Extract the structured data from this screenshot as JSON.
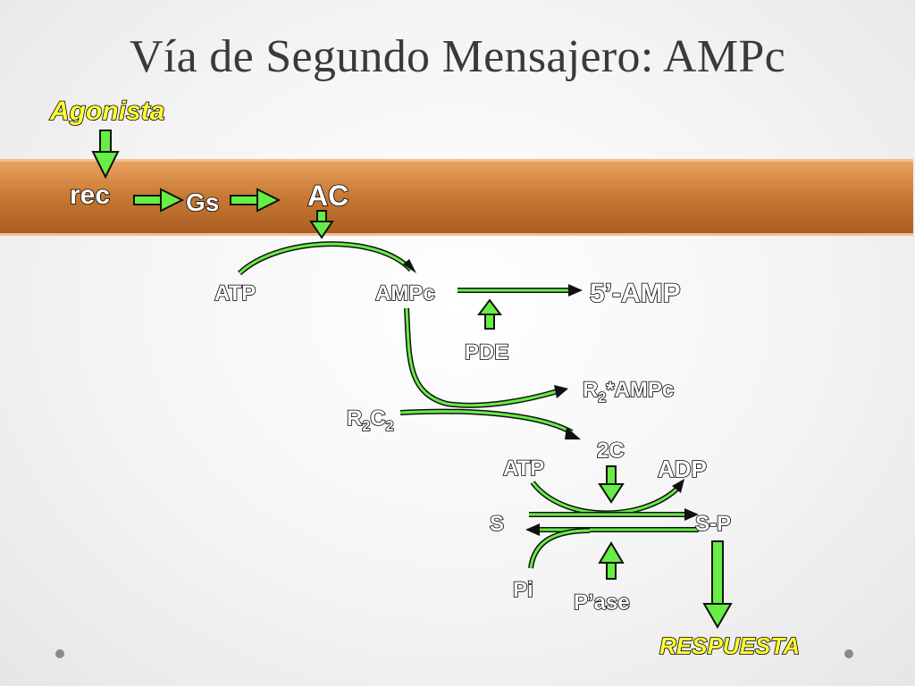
{
  "slide": {
    "title": "Vía de Segundo Mensajero: AMPc"
  },
  "labels": {
    "agonista": "Agonista",
    "rec": "rec",
    "gs": "Gs",
    "ac": "AC",
    "atp": "ATP",
    "ampc": "AMPc",
    "amp5": "5’-AMP",
    "pde": "PDE",
    "r2_ampc": {
      "r": "R",
      "sub": "2",
      "rest": "*AMPc"
    },
    "r2c2": {
      "r": "R",
      "sub1": "2",
      "c": "C",
      "sub2": "2"
    },
    "c2": "2C",
    "atp2": "ATP",
    "adp": "ADP",
    "s": "S",
    "sp": "S-P",
    "pi": "Pi",
    "pase": "P’ase",
    "respuesta": "RESPUESTA"
  },
  "colors": {
    "arrow_fill": "#66ee44",
    "arrow_outline": "#111111",
    "membrane": "#c77832",
    "title": "#3a3a3a"
  }
}
